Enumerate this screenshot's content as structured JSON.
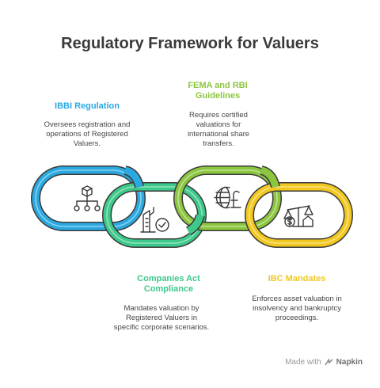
{
  "title": "Regulatory Framework for Valuers",
  "items": [
    {
      "label": "IBBI Regulation",
      "description": "Oversees registration and operations of Registered Valuers.",
      "color": "#2aa9e0",
      "icon": "organization-chart-icon"
    },
    {
      "label": "Companies Act Compliance",
      "description": "Mandates valuation by Registered Valuers in specific corporate scenarios.",
      "color": "#3dc98a",
      "icon": "building-check-icon"
    },
    {
      "label": "FEMA and RBI Guidelines",
      "description": "Requires certified valuations for international share transfers.",
      "color": "#8cc63f",
      "icon": "globe-pound-icon"
    },
    {
      "label": "IBC Mandates",
      "description": "Enforces asset valuation in insolvency and bankruptcy proceedings.",
      "color": "#f2c81f",
      "icon": "scale-money-house-icon"
    }
  ],
  "footer": {
    "made_with": "Made with",
    "brand": "Napkin"
  }
}
